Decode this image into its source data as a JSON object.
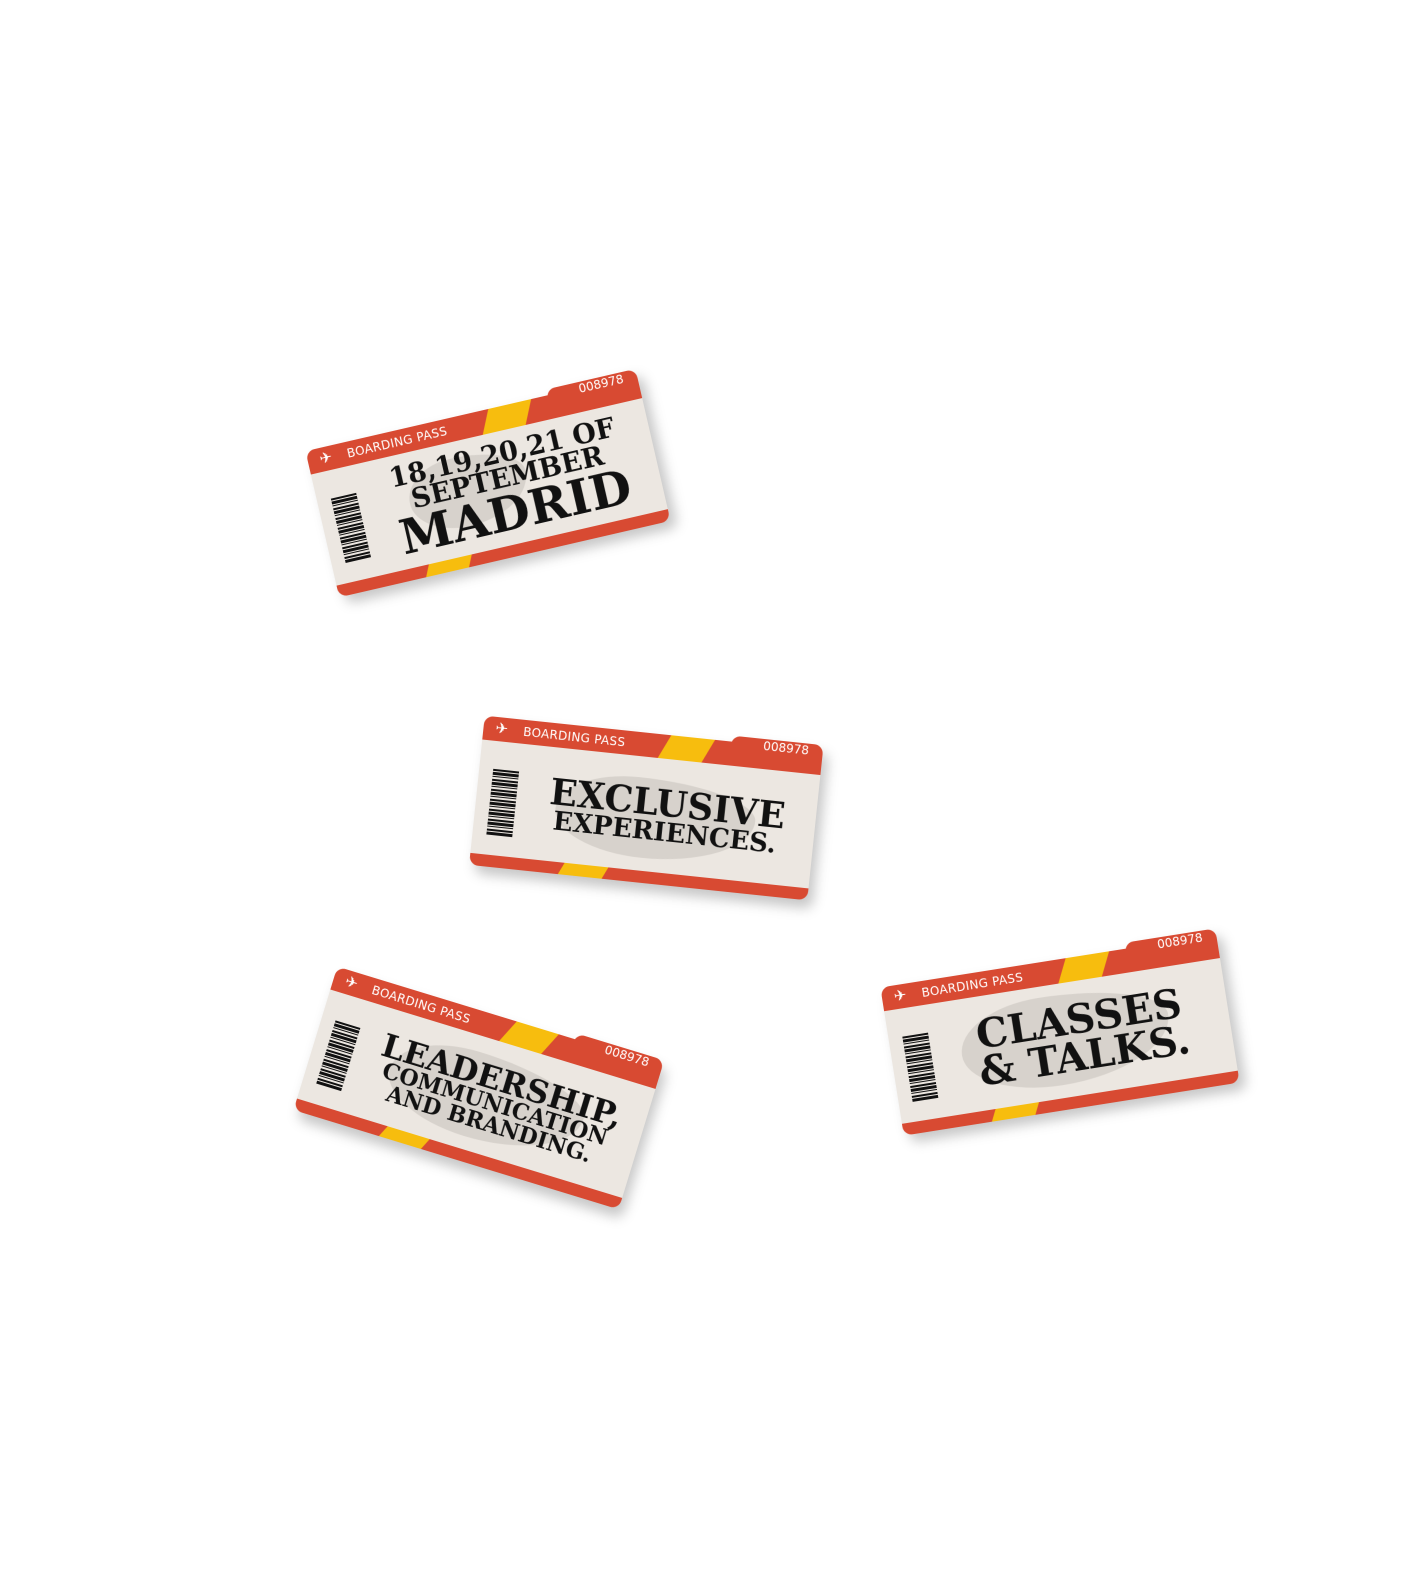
{
  "tickets": [
    {
      "label": "BOARDING PASS",
      "serial": "008978",
      "lines": [
        "18,19,20,21 OF",
        "SEPTEMBER",
        "MADRID"
      ]
    },
    {
      "label": "BOARDING PASS",
      "serial": "008978",
      "lines": [
        "EXCLUSIVE",
        "EXPERIENCES."
      ]
    },
    {
      "label": "BOARDING PASS",
      "serial": "008978",
      "lines": [
        "LEADERSHIP,",
        "COMMUNICATION",
        "AND BRANDING."
      ]
    },
    {
      "label": "BOARDING PASS",
      "serial": "008978",
      "lines": [
        "CLASSES",
        "& TALKS."
      ]
    }
  ],
  "colors": {
    "band": "#d84a32",
    "stripe": "#f7bd0e",
    "paper": "#ece7e1",
    "text": "#111111"
  },
  "icons": [
    "airplane-icon",
    "barcode-icon"
  ]
}
